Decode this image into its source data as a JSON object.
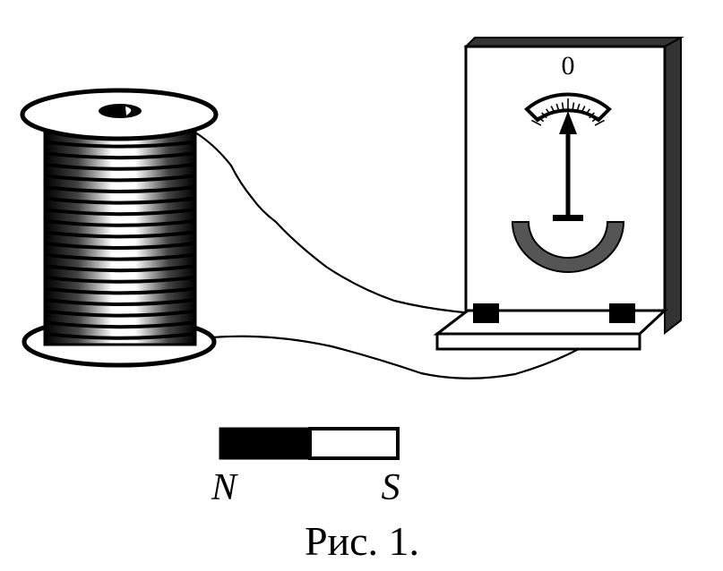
{
  "figure": {
    "caption": "Рис. 1."
  },
  "galvanometer": {
    "scale_zero_label": "0",
    "needle_reading": 0
  },
  "magnet": {
    "north_label": "N",
    "south_label": "S",
    "north_color": "#000000",
    "south_color": "#ffffff"
  },
  "colors": {
    "ink": "#000000",
    "panel_edge": "#333333",
    "arc": "#555555",
    "coil_light": "#ffffff",
    "coil_dark": "#000000"
  }
}
